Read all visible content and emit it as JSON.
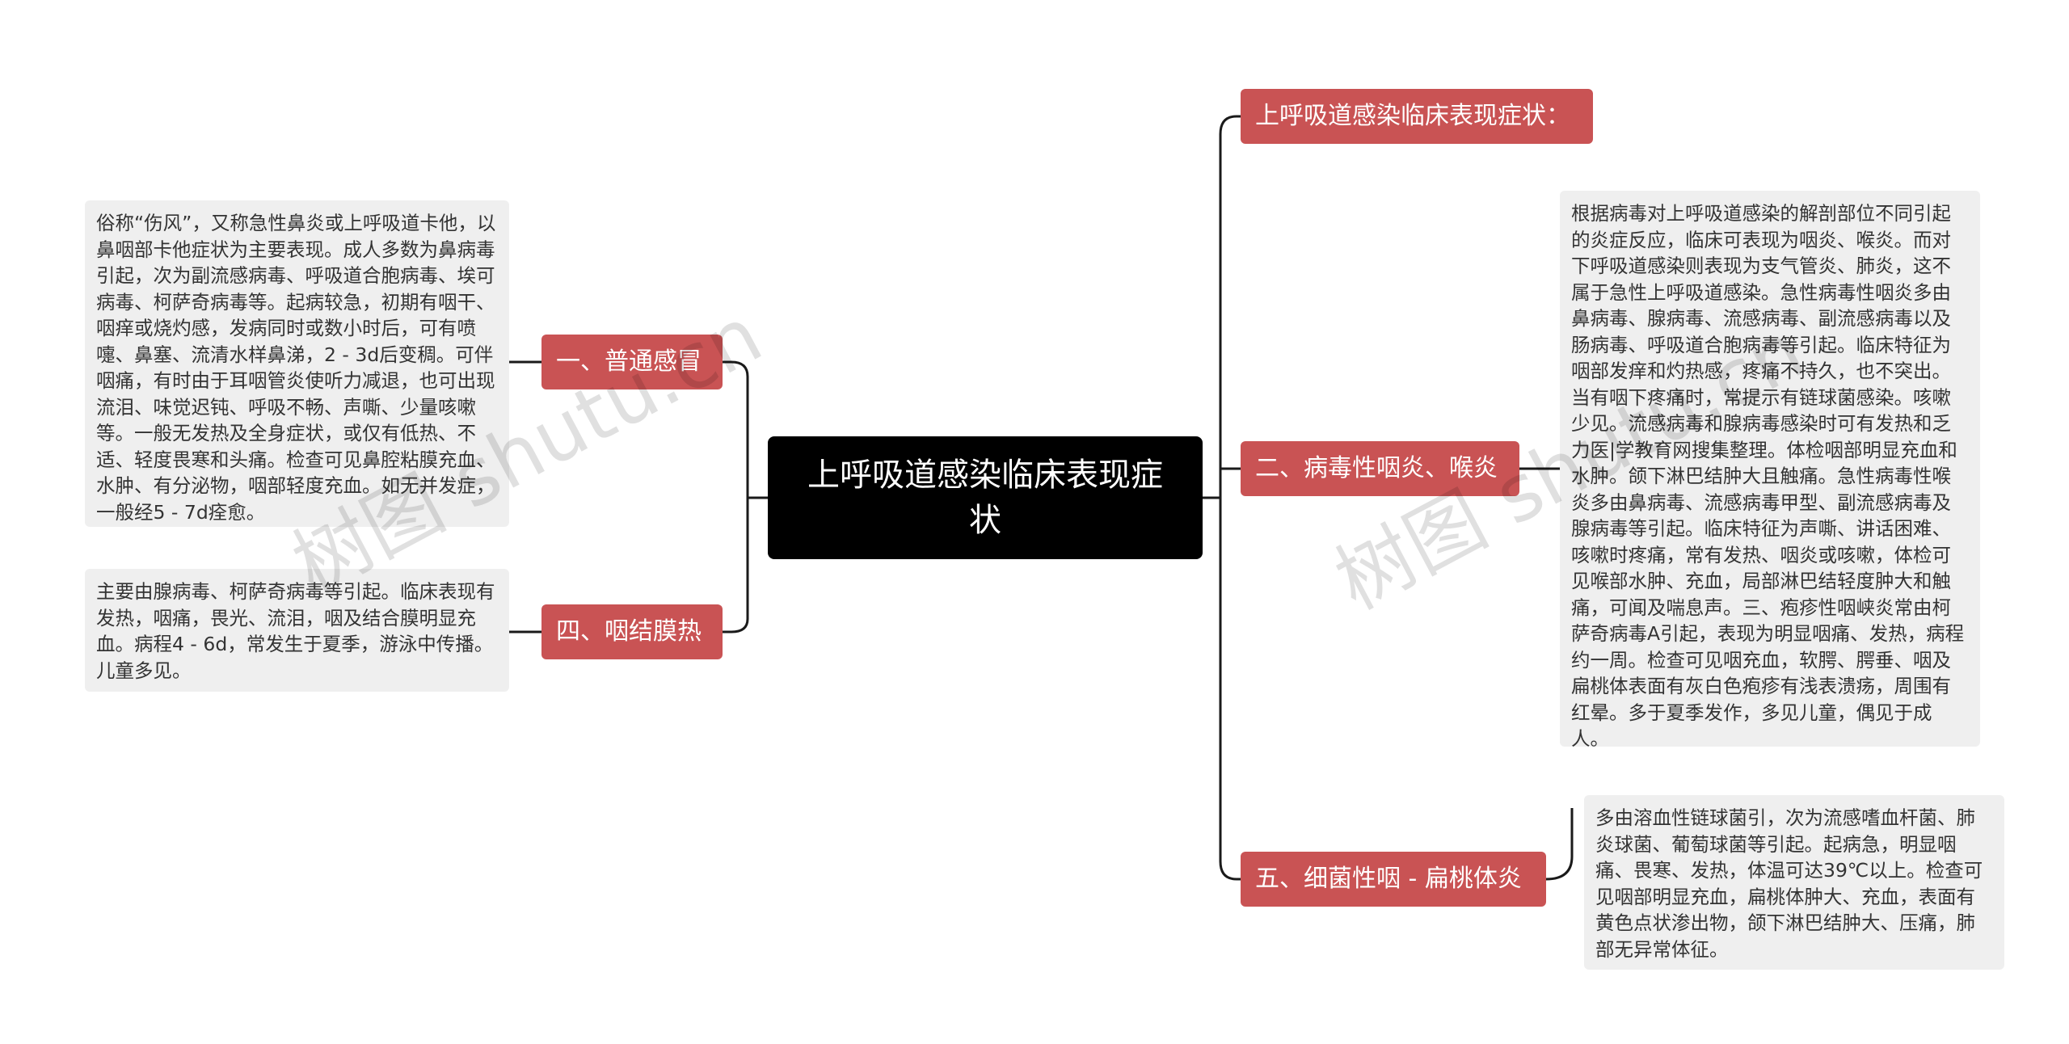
{
  "central": {
    "label": "上呼吸道感染临床表现症状"
  },
  "topics": {
    "common_cold": "一、普通感冒",
    "conjunctivitis_fever": "四、咽结膜热",
    "symptoms_header": "上呼吸道感染临床表现症状：",
    "viral_pharyngitis": "二、病毒性咽炎、喉炎",
    "bacterial_tonsillitis": "五、细菌性咽 - 扁桃体炎"
  },
  "details": {
    "common_cold": "俗称“伤风”，又称急性鼻炎或上呼吸道卡他，以鼻咽部卡他症状为主要表现。成人多数为鼻病毒引起，次为副流感病毒、呼吸道合胞病毒、埃可病毒、柯萨奇病毒等。起病较急，初期有咽干、咽痒或烧灼感，发病同时或数小时后，可有喷嚏、鼻塞、流清水样鼻涕，2 - 3d后变稠。可伴咽痛，有时由于耳咽管炎使听力减退，也可出现流泪、味觉迟钝、呼吸不畅、声嘶、少量咳嗽等。一般无发热及全身症状，或仅有低热、不适、轻度畏寒和头痛。检查可见鼻腔粘膜充血、水肿、有分泌物，咽部轻度充血。如无并发症，一般经5 - 7d痊愈。",
    "conjunctivitis_fever": "主要由腺病毒、柯萨奇病毒等引起。临床表现有发热，咽痛，畏光、流泪，咽及结合膜明显充血。病程4 - 6d，常发生于夏季，游泳中传播。儿童多见。",
    "viral_pharyngitis": "根据病毒对上呼吸道感染的解剖部位不同引起的炎症反应，临床可表现为咽炎、喉炎。而对下呼吸道感染则表现为支气管炎、肺炎，这不属于急性上呼吸道感染。急性病毒性咽炎多由鼻病毒、腺病毒、流感病毒、副流感病毒以及肠病毒、呼吸道合胞病毒等引起。临床特征为咽部发痒和灼热感，疼痛不持久，也不突出。当有咽下疼痛时，常提示有链球菌感染。咳嗽少见。流感病毒和腺病毒感染时可有发热和乏力医|学教育网搜集整理。体检咽部明显充血和水肿。颌下淋巴结肿大且触痛。急性病毒性喉炎多由鼻病毒、流感病毒甲型、副流感病毒及腺病毒等引起。临床特征为声嘶、讲话困难、咳嗽时疼痛，常有发热、咽炎或咳嗽，体检可见喉部水肿、充血，局部淋巴结轻度肿大和触痛，可闻及喘息声。三、疱疹性咽峡炎常由柯萨奇病毒A引起，表现为明显咽痛、发热，病程约一周。检查可见咽充血，软腭、腭垂、咽及扁桃体表面有灰白色疱疹有浅表溃疡，周围有红晕。多于夏季发作，多见儿童，偶见于成人。",
    "bacterial_tonsillitis": "多由溶血性链球菌引，次为流感嗜血杆菌、肺炎球菌、葡萄球菌等引起。起病急，明显咽痛、畏寒、发热，体温可达39℃以上。检查可见咽部明显充血，扁桃体肿大、充血，表面有黄色点状渗出物，颌下淋巴结肿大、压痛，肺部无异常体征。"
  },
  "watermarks": [
    "树图 shutu.cn",
    "树图 shutu.cn"
  ],
  "colors": {
    "central_bg": "#000000",
    "topic_bg": "#c95354",
    "detail_bg": "#efefef",
    "connector": "#1a1a1a"
  }
}
